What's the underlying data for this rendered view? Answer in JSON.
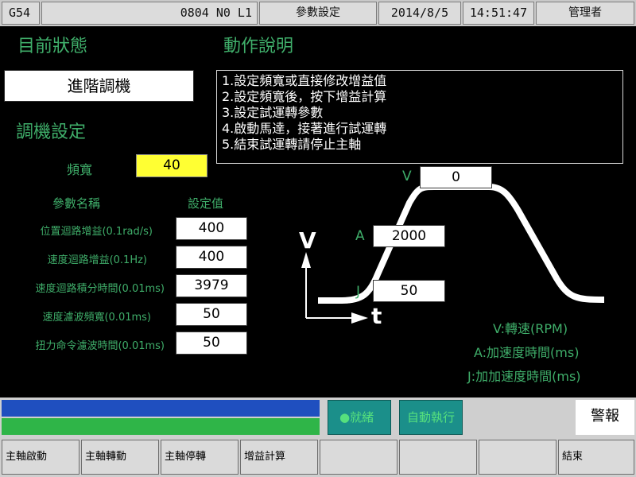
{
  "topbar": {
    "mode": "G54",
    "program": "0804 N0 L1",
    "screen": "參數設定",
    "date": "2014/8/5",
    "time": "14:51:47",
    "user": "管理者"
  },
  "left": {
    "status_title": "目前狀態",
    "mode_value": "進階調機",
    "setting_title": "調機設定",
    "bandwidth_label": "頻寬",
    "bandwidth_value": "40",
    "col_name_header": "參數名稱",
    "col_value_header": "設定值",
    "params": [
      {
        "name": "位置迴路增益(0.1rad/s)",
        "value": "400"
      },
      {
        "name": "速度迴路增益(0.1Hz)",
        "value": "400"
      },
      {
        "name": "速度迴路積分時間(0.01ms)",
        "value": "3979"
      },
      {
        "name": "速度濾波頻寬(0.01ms)",
        "value": "50"
      },
      {
        "name": "扭力命令濾波時間(0.01ms)",
        "value": "50"
      }
    ]
  },
  "right": {
    "desc_title": "動作說明",
    "steps": [
      "1.設定頻寬或直接修改增益值",
      "2.設定頻寬後，按下增益計算",
      "3.設定試運轉參數",
      "4.啟動馬達，接著進行試運轉",
      "5.結束試運轉請停止主軸"
    ],
    "graph": {
      "v_label": "V",
      "v_value": "0",
      "a_label": "A",
      "a_value": "2000",
      "j_label": "J",
      "j_value": "50",
      "y_axis": "V",
      "x_axis": "t"
    },
    "legend": [
      "V:轉速(RPM)",
      "A:加速度時間(ms)",
      "J:加加速度時間(ms)"
    ]
  },
  "status": {
    "ready": "就緒",
    "auto": "自動執行",
    "alarm": "警報",
    "ready_dot": "●"
  },
  "fkeys": [
    "主軸啟動",
    "主軸轉動",
    "主軸停轉",
    "增益計算",
    "",
    "",
    "",
    "結束"
  ],
  "colors": {
    "accent_green": "#3fae6a",
    "highlight_yellow": "#ffff33",
    "bar_blue": "#1f4fbf",
    "bar_green": "#2fb548",
    "status_teal": "#1b8f8a"
  }
}
